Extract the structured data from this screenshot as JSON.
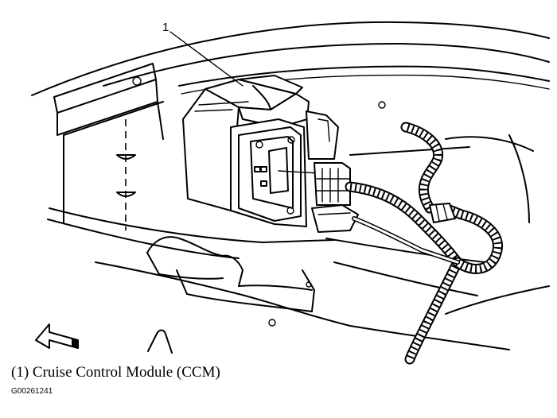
{
  "callout": {
    "number": "1"
  },
  "caption": {
    "text": "(1) Cruise Control Module (CCM)"
  },
  "figure_id": {
    "text": "G00261241"
  }
}
